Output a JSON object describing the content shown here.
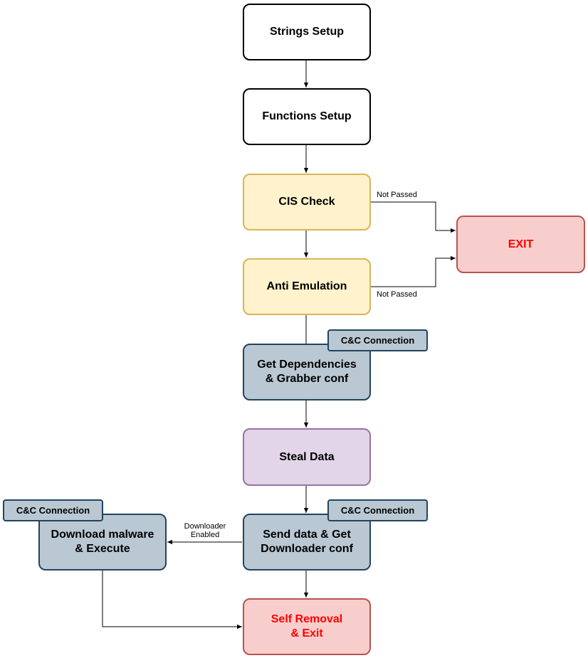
{
  "nodes": {
    "strings_setup": "Strings Setup",
    "functions_setup": "Functions Setup",
    "cis_check": "CIS Check",
    "anti_emulation": "Anti Emulation",
    "exit": "EXIT",
    "get_dependencies": "Get Dependencies\n& Grabber conf",
    "steal_data": "Steal Data",
    "send_data": "Send data & Get\nDownloader conf",
    "download_malware": "Download malware\n& Execute",
    "self_removal": "Self Removal\n& Exit"
  },
  "tags": {
    "cc_get_dependencies": "C&C Connection",
    "cc_send_data": "C&C Connection",
    "cc_download": "C&C Connection"
  },
  "edge_labels": {
    "cis_not_passed": "Not Passed",
    "anti_not_passed": "Not Passed",
    "downloader_enabled": "Downloader\nEnabled"
  },
  "colors": {
    "edge": "#000000",
    "exit_text": "#ff0000",
    "yellow_fill": "#fff2cc",
    "blue_fill": "#bac8d3",
    "purple_fill": "#e1d5e7",
    "red_fill": "#f8cecc"
  }
}
